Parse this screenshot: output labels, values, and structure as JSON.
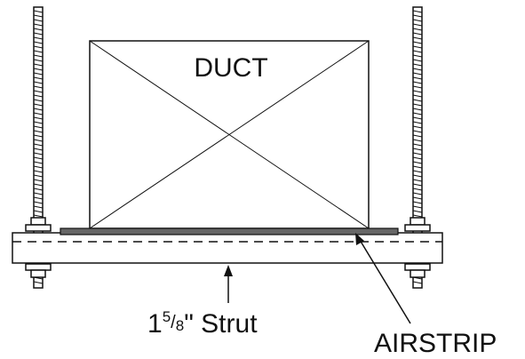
{
  "labels": {
    "duct": "DUCT",
    "airstrip": "AIRSTRIP",
    "strut_main": "1",
    "strut_sup": "5",
    "strut_sub": "8",
    "strut_rest": "\" Strut"
  },
  "colors": {
    "line": "#111111",
    "airstrip_fill": "#666666",
    "background": "#ffffff"
  }
}
